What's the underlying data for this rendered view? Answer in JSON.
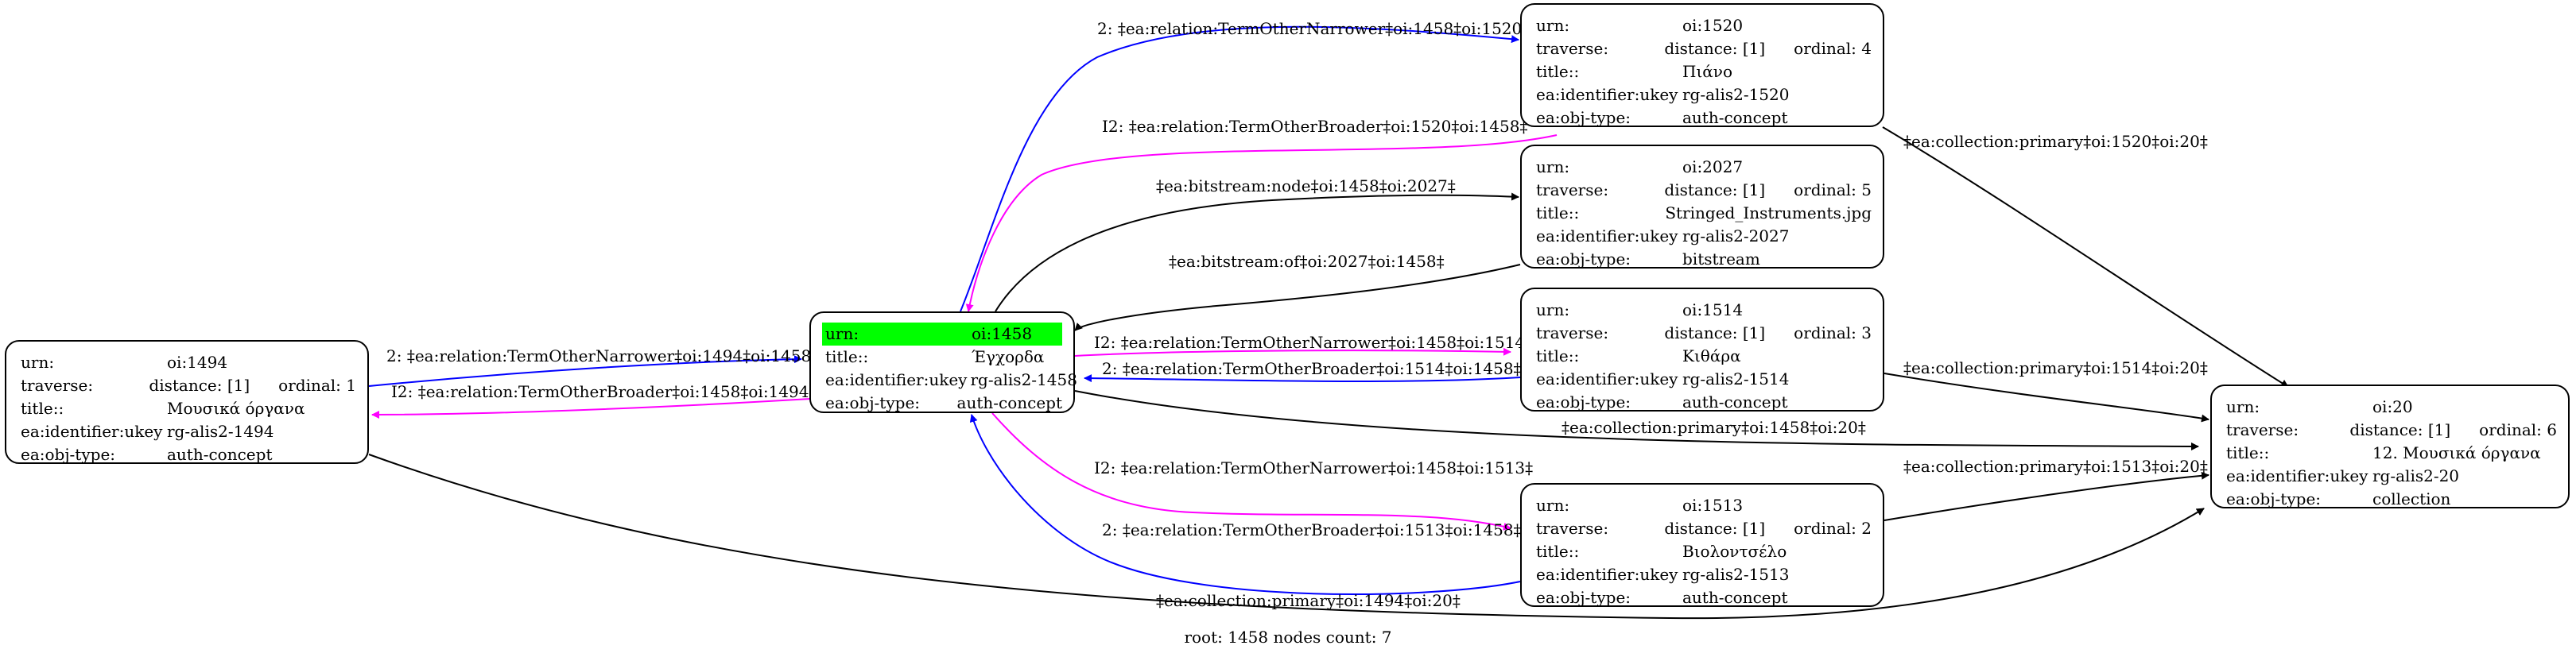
{
  "colors": {
    "narrower": "#0000ff",
    "broader": "#ff00ff",
    "default": "#000000",
    "highlight": "#00ff00"
  },
  "nodes": {
    "n1494": {
      "rows": [
        {
          "k": "urn:",
          "v": "oi:1494"
        },
        {
          "k": "traverse:",
          "v": "distance: [1]",
          "o": "ordinal: 1"
        },
        {
          "k": "title::",
          "v": "Μουσικά όργανα"
        },
        {
          "k": "ea:identifier:ukey",
          "v": "rg-alis2-1494"
        },
        {
          "k": "ea:obj-type:",
          "v": "auth-concept"
        }
      ]
    },
    "n1458": {
      "rows": [
        {
          "k": "urn:",
          "v": "oi:1458"
        },
        {
          "k": "title::",
          "v": "Έγχορδα"
        },
        {
          "k": "ea:identifier:ukey",
          "v": "rg-alis2-1458"
        },
        {
          "k": "ea:obj-type:",
          "v": "auth-concept"
        }
      ]
    },
    "n1520": {
      "rows": [
        {
          "k": "urn:",
          "v": "oi:1520"
        },
        {
          "k": "traverse:",
          "v": "distance: [1]",
          "o": "ordinal: 4"
        },
        {
          "k": "title::",
          "v": "Πιάνο"
        },
        {
          "k": "ea:identifier:ukey",
          "v": "rg-alis2-1520"
        },
        {
          "k": "ea:obj-type:",
          "v": "auth-concept"
        }
      ]
    },
    "n2027": {
      "rows": [
        {
          "k": "urn:",
          "v": "oi:2027"
        },
        {
          "k": "traverse:",
          "v": "distance: [1]",
          "o": "ordinal: 5"
        },
        {
          "k": "title::",
          "v": "Stringed_Instruments.jpg"
        },
        {
          "k": "ea:identifier:ukey",
          "v": "rg-alis2-2027"
        },
        {
          "k": "ea:obj-type:",
          "v": "bitstream"
        }
      ]
    },
    "n1514": {
      "rows": [
        {
          "k": "urn:",
          "v": "oi:1514"
        },
        {
          "k": "traverse:",
          "v": "distance: [1]",
          "o": "ordinal: 3"
        },
        {
          "k": "title::",
          "v": "Κιθάρα"
        },
        {
          "k": "ea:identifier:ukey",
          "v": "rg-alis2-1514"
        },
        {
          "k": "ea:obj-type:",
          "v": "auth-concept"
        }
      ]
    },
    "n1513": {
      "rows": [
        {
          "k": "urn:",
          "v": "oi:1513"
        },
        {
          "k": "traverse:",
          "v": "distance: [1]",
          "o": "ordinal: 2"
        },
        {
          "k": "title::",
          "v": "Βιολοντσέλο"
        },
        {
          "k": "ea:identifier:ukey",
          "v": "rg-alis2-1513"
        },
        {
          "k": "ea:obj-type:",
          "v": "auth-concept"
        }
      ]
    },
    "n20": {
      "rows": [
        {
          "k": "urn:",
          "v": "oi:20"
        },
        {
          "k": "traverse:",
          "v": "distance: [1]",
          "o": "ordinal: 6"
        },
        {
          "k": "title::",
          "v": "12. Μουσικά όργανα"
        },
        {
          "k": "ea:identifier:ukey",
          "v": "rg-alis2-20"
        },
        {
          "k": "ea:obj-type:",
          "v": "collection"
        }
      ]
    }
  },
  "edges": {
    "e1": "2: ‡ea:relation:TermOtherNarrower‡oi:1458‡oi:1520‡",
    "e2": "I2: ‡ea:relation:TermOtherBroader‡oi:1520‡oi:1458‡",
    "e3": "‡ea:bitstream:node‡oi:1458‡oi:2027‡",
    "e4": "‡ea:bitstream:of‡oi:2027‡oi:1458‡",
    "e5": "I2: ‡ea:relation:TermOtherNarrower‡oi:1458‡oi:1514‡",
    "e6": "2: ‡ea:relation:TermOtherBroader‡oi:1514‡oi:1458‡",
    "e7": "‡ea:collection:primary‡oi:1458‡oi:20‡",
    "e8": "I2: ‡ea:relation:TermOtherNarrower‡oi:1458‡oi:1513‡",
    "e9": "2: ‡ea:relation:TermOtherBroader‡oi:1513‡oi:1458‡",
    "e10": "2: ‡ea:relation:TermOtherNarrower‡oi:1494‡oi:1458‡",
    "e11": "I2: ‡ea:relation:TermOtherBroader‡oi:1458‡oi:1494‡",
    "e12": "‡ea:collection:primary‡oi:1494‡oi:20‡",
    "e13": "‡ea:collection:primary‡oi:1520‡oi:20‡",
    "e14": "‡ea:collection:primary‡oi:1514‡oi:20‡",
    "e15": "‡ea:collection:primary‡oi:1513‡oi:20‡"
  },
  "footer": "root: 1458 nodes count: 7"
}
